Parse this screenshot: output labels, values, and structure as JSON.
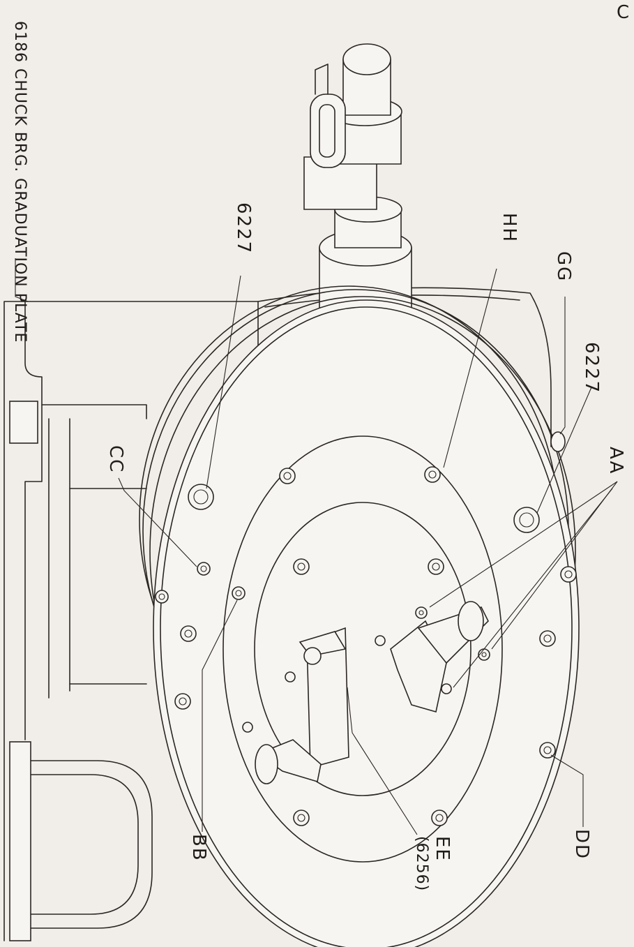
{
  "drawing": {
    "title_note": "6186 CHUCK BRG. GRADUATION PLATE",
    "page_mark": "C",
    "labels": {
      "aa": "AA",
      "bb": "BB",
      "cc": "CC",
      "dd": "DD",
      "ee": "EE",
      "ee_part": "(6256)",
      "gg": "GG",
      "hh": "HH",
      "part_left": "6227",
      "part_right": "6227"
    }
  },
  "style": {
    "paper_color": "#f1eeea",
    "ink_color": "#2a2623"
  }
}
